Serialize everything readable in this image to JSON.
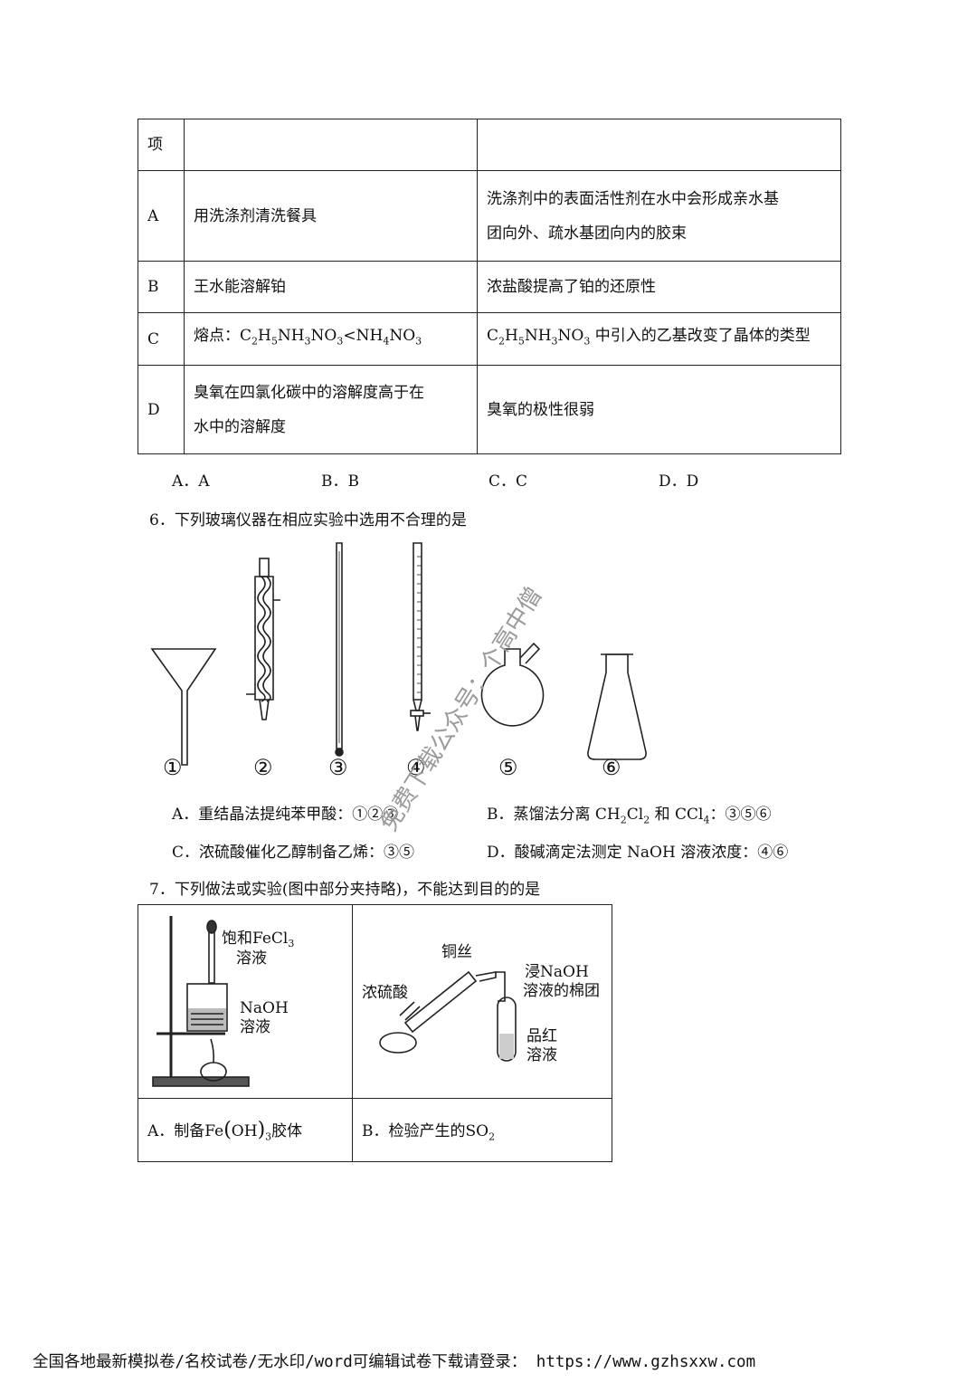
{
  "table5": {
    "header": [
      "项",
      "",
      ""
    ],
    "rows": [
      {
        "key": "A",
        "col1": "用洗涤剂清洗餐具",
        "col2a": "洗涤剂中的表面活性剂在水中会形成亲水基",
        "col2b": "团向外、疏水基团向内的胶束"
      },
      {
        "key": "B",
        "col1": "王水能溶解铂",
        "col2": "浓盐酸提高了铂的还原性"
      },
      {
        "key": "C",
        "col1_pre": "熔点：C",
        "col2": "中引入的乙基改变了晶体的类型"
      },
      {
        "key": "D",
        "col1a": "臭氧在四氯化碳中的溶解度高于在",
        "col1b": "水中的溶解度",
        "col2": "臭氧的极性很弱"
      }
    ]
  },
  "choices5": [
    "A．A",
    "B．B",
    "C．C",
    "D．D"
  ],
  "q6": {
    "stem": "6．下列玻璃仪器在相应实验中选用不合理的是",
    "labels": [
      "①",
      "②",
      "③",
      "④",
      "⑤",
      "⑥"
    ],
    "optA": "A．重结晶法提纯苯甲酸：①②③",
    "optB_pre": "B．蒸馏法分离 CH",
    "optB_post": "：③⑤⑥",
    "optC": "C．浓硫酸催化乙醇制备乙烯：③⑤",
    "optD": "D．酸碱滴定法测定 NaOH 溶液浓度：④⑥"
  },
  "q7": {
    "stem": "7．下列做法或实验(图中部分夹持略)，不能达到目的的是",
    "figA": {
      "reagent1a": "饱和FeCl",
      "reagent1b": "溶液",
      "reagent2a": "NaOH",
      "reagent2b": "溶液"
    },
    "figB": {
      "wire": "铜丝",
      "acid": "浓硫酸",
      "cotton1": "浸NaOH",
      "cotton2": "溶液的棉团",
      "dye1": "品红",
      "dye2": "溶液"
    },
    "optA": "A．制备Fe",
    "optA_tail": "胶体",
    "optB": "B．检验产生的SO"
  },
  "watermark": "免费下载公众号：个高中僧",
  "footer": "全国各地最新模拟卷/名校试卷/无水印/word可编辑试卷下载请登录： https://www.gzhsxxw.com"
}
